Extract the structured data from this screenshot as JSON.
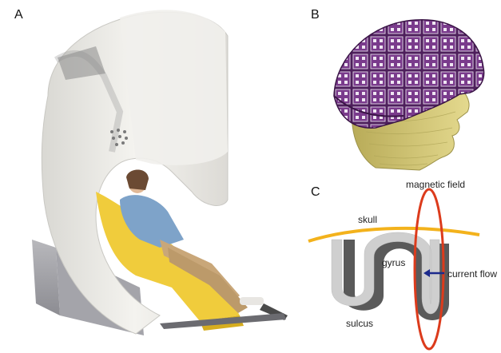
{
  "panels": {
    "a": {
      "label": "A"
    },
    "b": {
      "label": "B"
    },
    "c": {
      "label": "C"
    }
  },
  "diagram_c": {
    "labels": {
      "magnetic_field": "magnetic field",
      "skull": "skull",
      "gyrus": "gyrus",
      "current_flow": "current flow",
      "sulcus": "sulcus"
    }
  },
  "colors": {
    "skull": "#f3b21c",
    "field_loop": "#dc3b1c",
    "cortex_dark": "#555555",
    "cortex_light": "#c8c8c8",
    "current_arrow": "#1c2a8c",
    "helmet_purple": "#6a2e7a",
    "head_yellow": "#d8cc78",
    "scanner_white": "#ecebe7",
    "chair_yellow": "#f0cc3c"
  }
}
